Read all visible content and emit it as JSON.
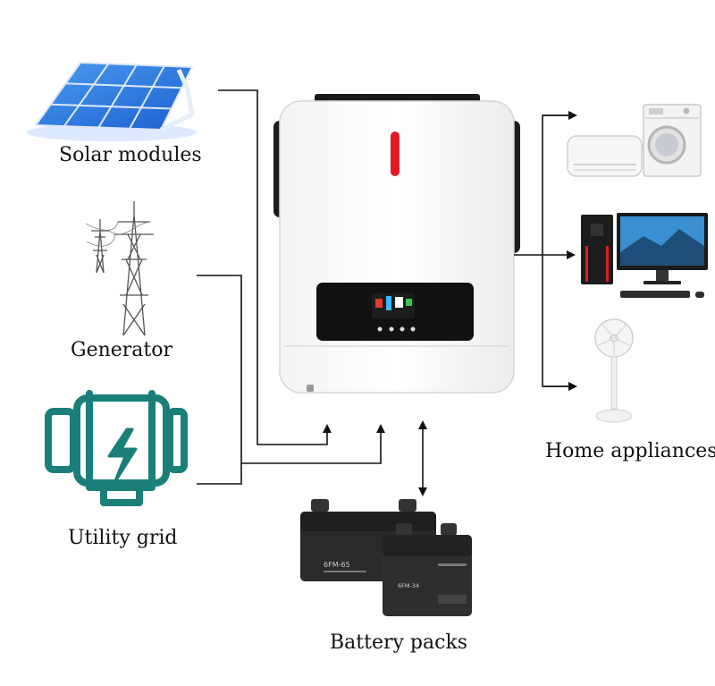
{
  "labels": {
    "solar": "Solar modules",
    "generator": "Generator",
    "utility": "Utility grid",
    "home": "Home appliances",
    "battery": "Battery packs"
  },
  "battery_models": {
    "large": "6FM-65",
    "small": "6FM-34"
  },
  "colors": {
    "line": "#111111",
    "grid_icon": "#1a7f79",
    "inverter_led": "#e01b24",
    "battery_body": "#2a2a2a"
  }
}
